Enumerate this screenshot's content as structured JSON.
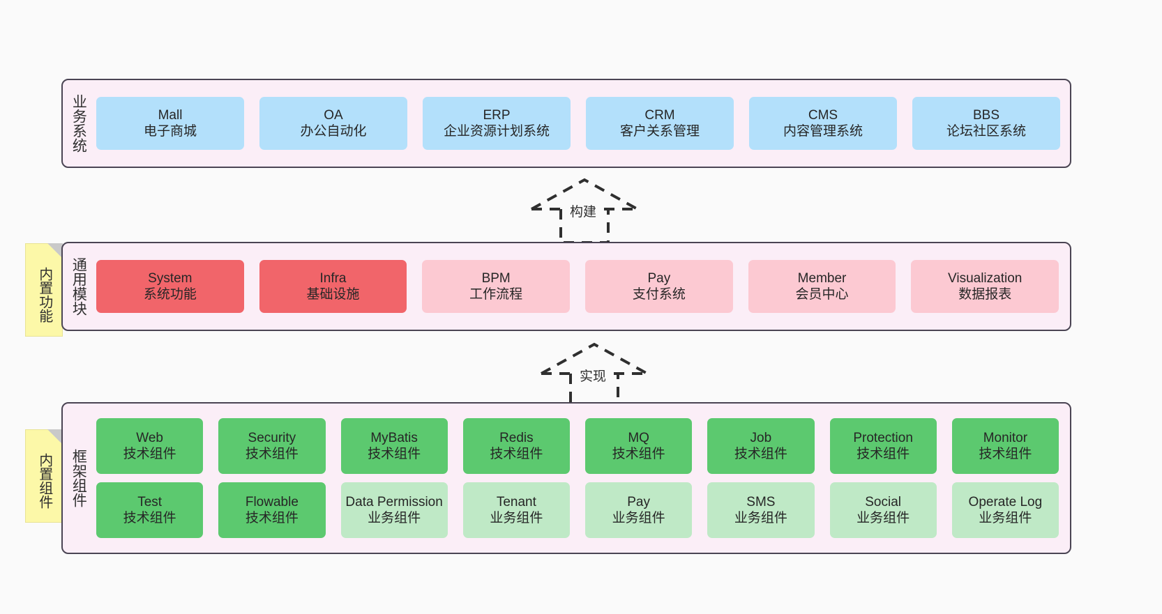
{
  "diagram": {
    "title_hidden": "",
    "background_color": "#fafafa",
    "layers": [
      {
        "key": "business",
        "title": "业务系统",
        "panel_color": "#fbeef7",
        "border_color": "#4a4453",
        "rows": [
          [
            {
              "en": "Mall",
              "cn": "电子商城",
              "color": "#b3e0fb",
              "style": "blue"
            },
            {
              "en": "OA",
              "cn": "办公自动化",
              "color": "#b3e0fb",
              "style": "blue"
            },
            {
              "en": "ERP",
              "cn": "企业资源计划系统",
              "color": "#b3e0fb",
              "style": "blue"
            },
            {
              "en": "CRM",
              "cn": "客户关系管理",
              "color": "#b3e0fb",
              "style": "blue"
            },
            {
              "en": "CMS",
              "cn": "内容管理系统",
              "color": "#b3e0fb",
              "style": "blue"
            },
            {
              "en": "BBS",
              "cn": "论坛社区系统",
              "color": "#b3e0fb",
              "style": "blue"
            }
          ]
        ]
      },
      {
        "key": "modules",
        "title": "通用模块",
        "panel_color": "#fbeef7",
        "border_color": "#4a4453",
        "rows": [
          [
            {
              "en": "System",
              "cn": "系统功能",
              "color": "#f1656a",
              "style": "red"
            },
            {
              "en": "Infra",
              "cn": "基础设施",
              "color": "#f1656a",
              "style": "red"
            },
            {
              "en": "BPM",
              "cn": "工作流程",
              "color": "#fcc9d2",
              "style": "pink"
            },
            {
              "en": "Pay",
              "cn": "支付系统",
              "color": "#fcc9d2",
              "style": "pink"
            },
            {
              "en": "Member",
              "cn": "会员中心",
              "color": "#fcc9d2",
              "style": "pink"
            },
            {
              "en": "Visualization",
              "cn": "数据报表",
              "color": "#fcc9d2",
              "style": "pink"
            }
          ]
        ]
      },
      {
        "key": "framework",
        "title": "框架组件",
        "panel_color": "#fbeef7",
        "border_color": "#4a4453",
        "rows": [
          [
            {
              "en": "Web",
              "cn": "技术组件",
              "color": "#5cc96f",
              "style": "green"
            },
            {
              "en": "Security",
              "cn": "技术组件",
              "color": "#5cc96f",
              "style": "green"
            },
            {
              "en": "MyBatis",
              "cn": "技术组件",
              "color": "#5cc96f",
              "style": "green"
            },
            {
              "en": "Redis",
              "cn": "技术组件",
              "color": "#5cc96f",
              "style": "green"
            },
            {
              "en": "MQ",
              "cn": "技术组件",
              "color": "#5cc96f",
              "style": "green"
            },
            {
              "en": "Job",
              "cn": "技术组件",
              "color": "#5cc96f",
              "style": "green"
            },
            {
              "en": "Protection",
              "cn": "技术组件",
              "color": "#5cc96f",
              "style": "green"
            },
            {
              "en": "Monitor",
              "cn": "技术组件",
              "color": "#5cc96f",
              "style": "green"
            }
          ],
          [
            {
              "en": "Test",
              "cn": "技术组件",
              "color": "#5cc96f",
              "style": "green"
            },
            {
              "en": "Flowable",
              "cn": "技术组件",
              "color": "#5cc96f",
              "style": "green"
            },
            {
              "en": "Data Permission",
              "cn": "业务组件",
              "color": "#bfe9c6",
              "style": "lightgreen"
            },
            {
              "en": "Tenant",
              "cn": "业务组件",
              "color": "#bfe9c6",
              "style": "lightgreen"
            },
            {
              "en": "Pay",
              "cn": "业务组件",
              "color": "#bfe9c6",
              "style": "lightgreen"
            },
            {
              "en": "SMS",
              "cn": "业务组件",
              "color": "#bfe9c6",
              "style": "lightgreen"
            },
            {
              "en": "Social",
              "cn": "业务组件",
              "color": "#bfe9c6",
              "style": "lightgreen"
            },
            {
              "en": "Operate Log",
              "cn": "业务组件",
              "color": "#bfe9c6",
              "style": "lightgreen"
            }
          ]
        ]
      }
    ],
    "notes": [
      {
        "key": "features",
        "text": "内置功能",
        "color": "#fcf8a8"
      },
      {
        "key": "components",
        "text": "内置组件",
        "color": "#fcf8a8"
      }
    ],
    "connectors": [
      {
        "key": "build",
        "label": "构建",
        "from": "modules",
        "to": "business",
        "style": "dashed-generalization"
      },
      {
        "key": "impl",
        "label": "实现",
        "from": "framework",
        "to": "modules",
        "style": "dashed-generalization"
      }
    ]
  }
}
